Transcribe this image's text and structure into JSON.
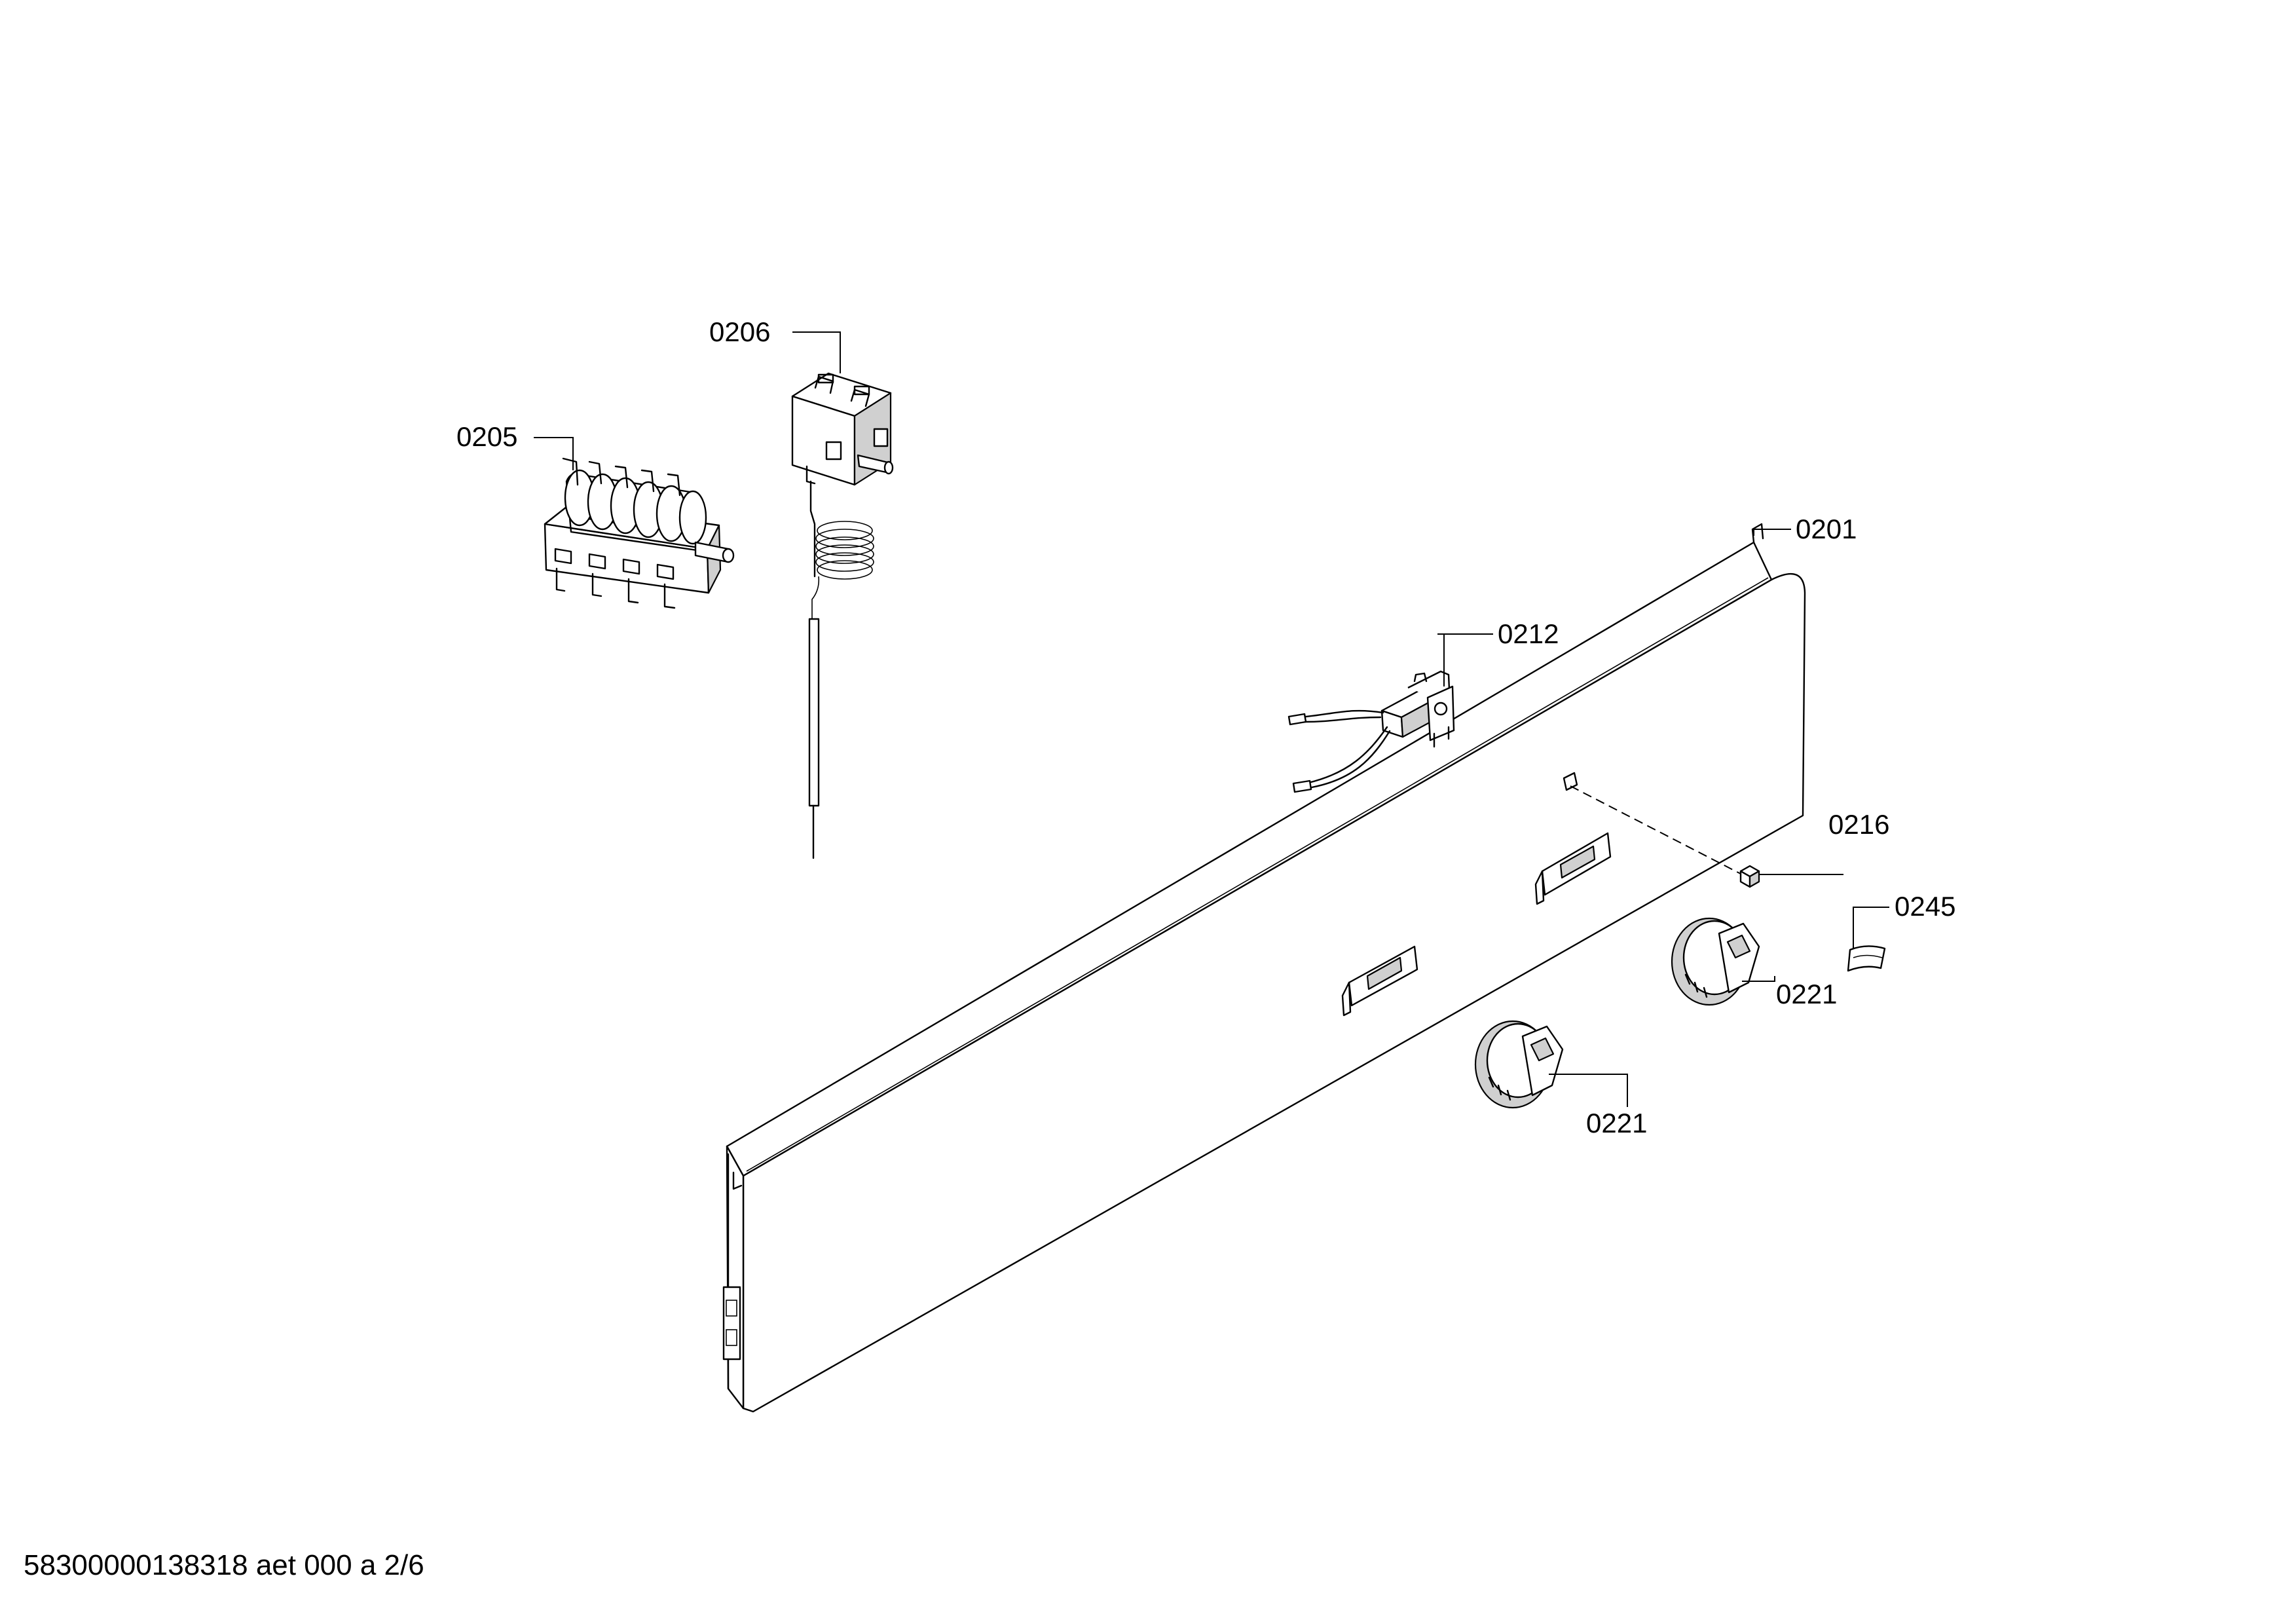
{
  "document_id": "58300000138318 aet 000 a 2/6",
  "callouts": {
    "c0201": "0201",
    "c0205": "0205",
    "c0206": "0206",
    "c0212": "0212",
    "c0216": "0216",
    "c0221a": "0221",
    "c0221b": "0221",
    "c0245": "0245"
  }
}
